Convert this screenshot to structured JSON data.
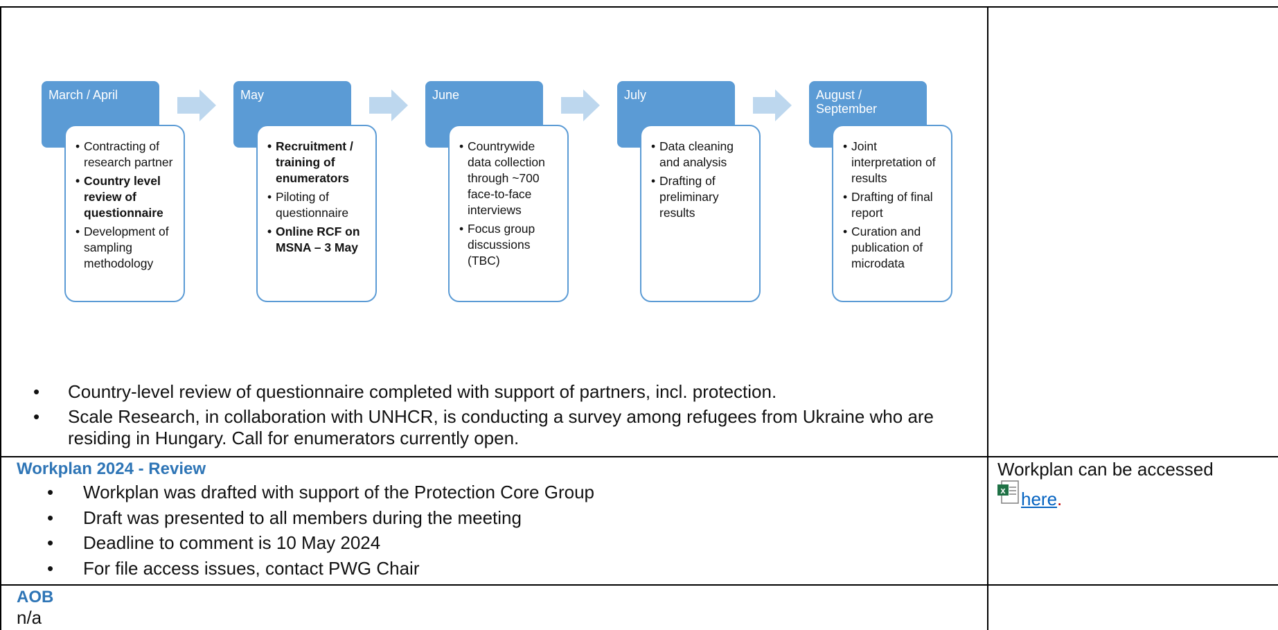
{
  "timeline": {
    "stages": [
      {
        "header": "March / April",
        "items": [
          {
            "text": "Contracting of research partner",
            "bold": false
          },
          {
            "text": "Country level review of questionnaire",
            "bold": true
          },
          {
            "text": "Development of sampling methodology",
            "bold": false
          }
        ]
      },
      {
        "header": "May",
        "items": [
          {
            "text": "Recruitment / training of enumerators",
            "bold": true
          },
          {
            "text": "Piloting of questionnaire",
            "bold": false
          },
          {
            "text": "Online RCF on MSNA – 3 May",
            "bold": true
          }
        ]
      },
      {
        "header": "June",
        "items": [
          {
            "text": "Countrywide data collection through ~700 face-to-face interviews",
            "bold": false
          },
          {
            "text": "Focus group discussions (TBC)",
            "bold": false
          }
        ]
      },
      {
        "header": "July",
        "items": [
          {
            "text": "Data cleaning and analysis",
            "bold": false
          },
          {
            "text": "Drafting of preliminary results",
            "bold": false
          }
        ]
      },
      {
        "header": "August / September",
        "items": [
          {
            "text": "Joint interpretation of results",
            "bold": false
          },
          {
            "text": "Drafting of final report",
            "bold": false
          },
          {
            "text": "Curation and publication of microdata",
            "bold": false
          }
        ]
      }
    ]
  },
  "notes": [
    "Country-level review of questionnaire completed with support of partners, incl. protection.",
    "Scale Research, in collaboration with UNHCR, is conducting a survey among refugees from Ukraine who are residing in Hungary. Call for enumerators currently open."
  ],
  "workplan": {
    "title": "Workplan 2024 - Review",
    "items": [
      "Workplan was drafted with support of the Protection Core Group",
      "Draft was presented to all members during the meeting",
      "Deadline to comment is 10 May 2024",
      "For file access issues, contact PWG Chair"
    ],
    "side_text": "Workplan can be accessed",
    "link_text": " here",
    "link_suffix": ".",
    "icon": "excel-file-icon"
  },
  "aob": {
    "title": "AOB",
    "text": "n/a"
  },
  "colors": {
    "stage_header": "#5b9bd5",
    "section_title": "#2e75b6",
    "link": "#0563c1",
    "arrow": "#bdd7ee"
  }
}
